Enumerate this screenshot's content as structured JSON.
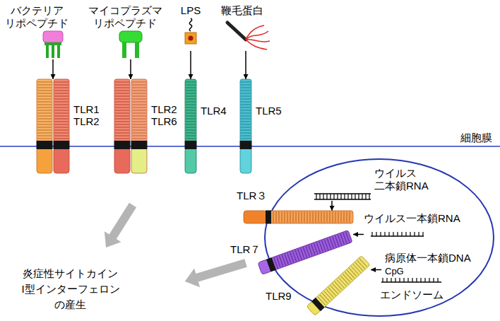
{
  "diagram": {
    "nodes": [
      {
        "text": [
          "バクテリア リポペプチド"
        ]
      },
      {
        "text": [
          "マイコプラズマ リポペプチド"
        ]
      },
      {
        "text": [
          "LPS"
        ]
      },
      {
        "text": [
          "鞭毛蛋白"
        ]
      },
      {
        "text": [
          "TLR1 TLR2"
        ]
      },
      {
        "text": [
          "TLR2 TLR6"
        ]
      },
      {
        "text": [
          "TLR4"
        ]
      },
      {
        "text": [
          "TLR5"
        ]
      },
      {
        "text": [
          "エンドソーム"
        ]
      },
      {
        "text": [
          "ウイルス 二本鎖RNA"
        ],
        "in": 8
      },
      {
        "text": [
          "TLR３"
        ]
      },
      {
        "text": [
          "ウイルス一本鎖RNA"
        ],
        "in": 8
      },
      {
        "text": [
          "TLR７"
        ]
      },
      {
        "text": [
          "病原体一本鎖DNA",
          "CpG"
        ],
        "in": 8
      },
      {
        "text": [
          "TLR9"
        ]
      }
    ],
    "edges": [
      {
        "from": 0,
        "to": 4,
        "arrow": "to"
      },
      {
        "from": 1,
        "to": 5,
        "arrow": "to"
      },
      {
        "from": 2,
        "to": 6,
        "arrow": "to"
      },
      {
        "from": 3,
        "to": 7,
        "arrow": "to"
      },
      {
        "from": 9,
        "to": 10,
        "arrow": "to"
      },
      {
        "from": 11,
        "to": 12,
        "arrow": "to"
      },
      {
        "from": 13,
        "to": 14,
        "arrow": "to"
      }
    ],
    "labels": [
      "細胞膜",
      "炎症性サイトカイン I型インターフェロン の産生"
    ]
  }
}
